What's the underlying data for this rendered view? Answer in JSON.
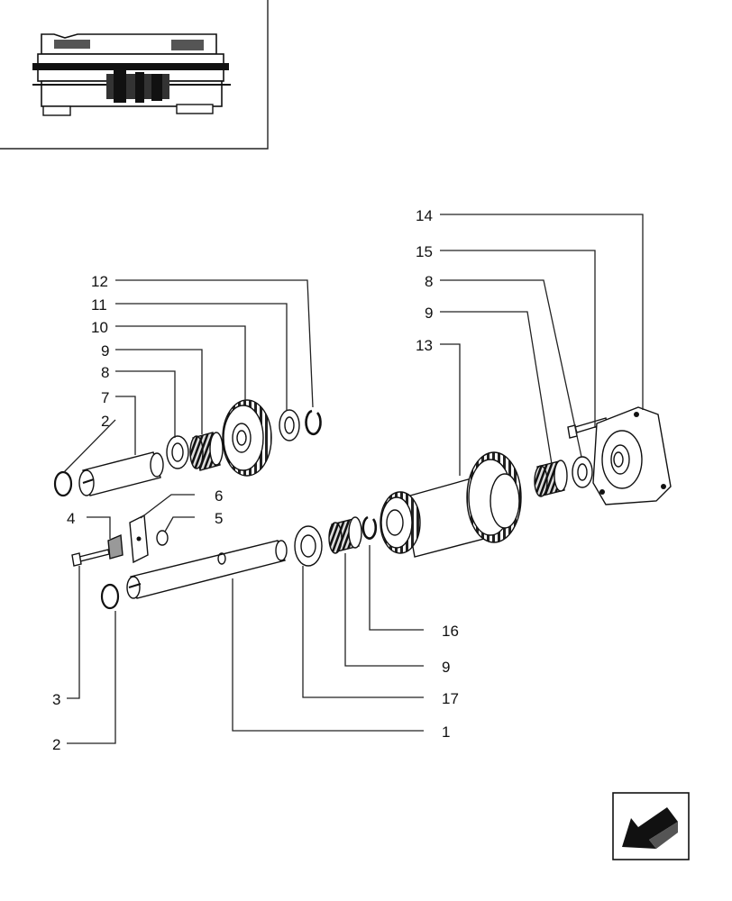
{
  "diagram": {
    "background": "#ffffff",
    "ink": "#111111",
    "navigation_icon": "next-page-arrow-icon",
    "callouts": {
      "c14": "14",
      "c15": "15",
      "c8r": "8",
      "c9r": "9",
      "c13": "13",
      "c12": "12",
      "c11": "11",
      "c10": "10",
      "c9l": "9",
      "c8l": "8",
      "c7": "7",
      "c2t": "2",
      "c6": "6",
      "c5": "5",
      "c4": "4",
      "c16": "16",
      "c9b": "9",
      "c3": "3",
      "c17": "17",
      "c1": "1",
      "c2b": "2"
    }
  }
}
